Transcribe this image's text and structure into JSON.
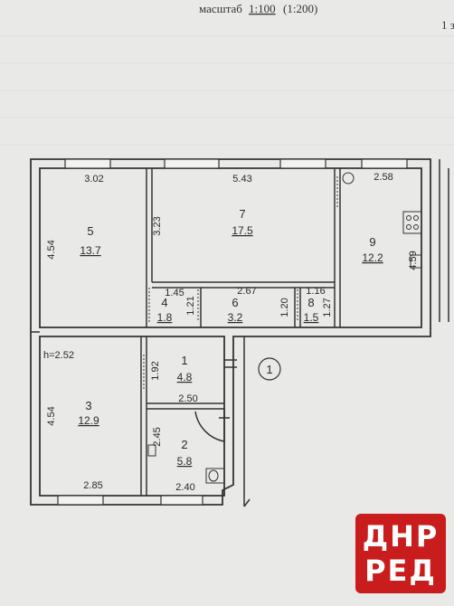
{
  "header": {
    "scale_prefix": "масштаб",
    "scale_main": "1:100",
    "scale_alt": "(1:200)",
    "corner_text": "1 з"
  },
  "rooms": [
    {
      "id": "5",
      "number": "5",
      "area": "13.7"
    },
    {
      "id": "7",
      "number": "7",
      "area": "17.5"
    },
    {
      "id": "9",
      "number": "9",
      "area": "12.2"
    },
    {
      "id": "4",
      "number": "4",
      "area": "1.8"
    },
    {
      "id": "6",
      "number": "6",
      "area": "3.2"
    },
    {
      "id": "8",
      "number": "8",
      "area": "1.5"
    },
    {
      "id": "1",
      "number": "1",
      "area": "4.8"
    },
    {
      "id": "3",
      "number": "3",
      "area": "12.9"
    },
    {
      "id": "2",
      "number": "2",
      "area": "5.8"
    }
  ],
  "dimensions": {
    "d302": "3.02",
    "d543": "5.43",
    "d258": "2.58",
    "d454a": "4.54",
    "d323": "3.23",
    "d459": "4.59",
    "d145": "1.45",
    "d267": "2.67",
    "d116": "1.16",
    "d121": "1.21",
    "d120": "1.20",
    "d127": "1.27",
    "d192": "1.92",
    "d250": "2.50",
    "d245": "2.45",
    "d454b": "4.54",
    "d285": "2.85",
    "d240": "2.40"
  },
  "ceiling_height": "h=2.52",
  "apartment_marker": "1",
  "watermark": {
    "line1": "ДНР",
    "line2": "РЕД"
  }
}
